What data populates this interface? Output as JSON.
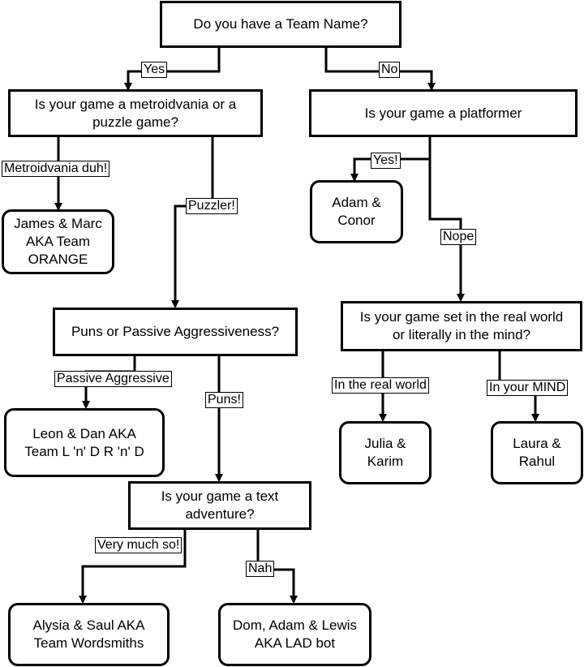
{
  "nodes": {
    "q_team_name": "Do you have a Team Name?",
    "q_metroid_puzzle": "Is your game a metroidvania or a\npuzzle game?",
    "q_platformer": "Is your game a platformer",
    "a_james_marc": "James & Marc\nAKA Team\nORANGE",
    "a_adam_conor": "Adam &\nConor",
    "q_puns_passive": "Puns or Passive Aggressiveness?",
    "q_real_mind": "Is your game set in the real world\nor literally in the mind?",
    "a_leon_dan": "Leon & Dan AKA\nTeam L 'n' D R 'n' D",
    "a_julia_karim": "Julia &\nKarim",
    "a_laura_rahul": "Laura &\nRahul",
    "q_text_adventure": "Is your game a text\nadventure?",
    "a_alysia_saul": "Alysia & Saul AKA\nTeam Wordsmiths",
    "a_dom_adam_lewis": "Dom, Adam & Lewis\nAKA LAD bot"
  },
  "edges": {
    "yes": "Yes",
    "no": "No",
    "metroidvania": "Metroidvania duh!",
    "puzzler": "Puzzler!",
    "yes_excl": "Yes!",
    "nope": "Nope",
    "passive_aggressive": "Passive Aggressive",
    "puns": "Puns!",
    "real_world": "In the real world",
    "your_mind": "In your MIND",
    "very_much": "Very much so!",
    "nah": "Nah"
  }
}
